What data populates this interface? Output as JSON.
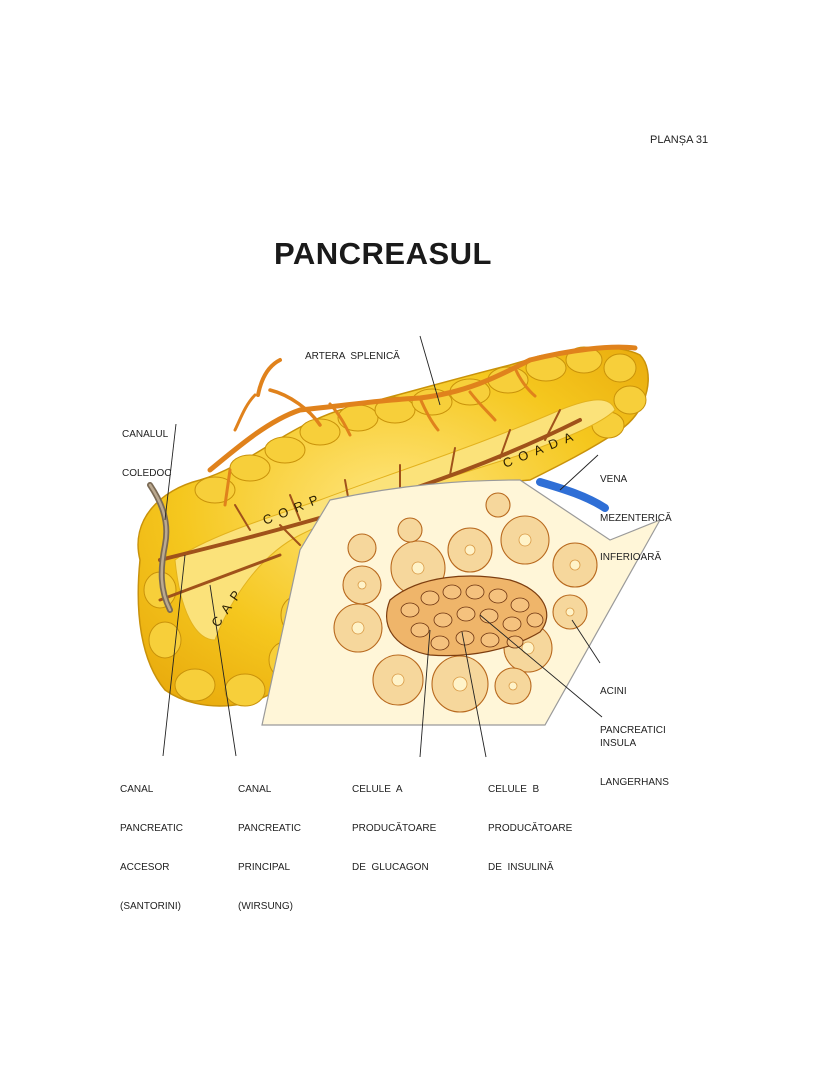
{
  "page": {
    "plate_number": "PLANȘA 31",
    "title": "PANCREASUL"
  },
  "labels": {
    "artera_splenica": "ARTERA  SPLENICĂ",
    "canalul_coledoc": [
      "CANALUL",
      "COLEDOC"
    ],
    "vena_mezenterica": [
      "VENA",
      "MEZENTERICĂ",
      "INFERIOARĂ"
    ],
    "acini_pancreatici": [
      "ACINI",
      "PANCREATICI"
    ],
    "insula_langerhans": [
      "INSULA",
      "LANGERHANS"
    ],
    "canal_accesor": [
      "CANAL",
      "PANCREATIC",
      "ACCESOR",
      "(SANTORINI)"
    ],
    "canal_principal": [
      "CANAL",
      "PANCREATIC",
      "PRINCIPAL",
      "(WIRSUNG)"
    ],
    "celule_a": [
      "CELULE  A",
      "PRODUCĂTOARE",
      "DE  GLUCAGON"
    ],
    "celule_b": [
      "CELULE  B",
      "PRODUCĂTOARE",
      "DE  INSULINĂ"
    ]
  },
  "regions": {
    "cap": "CAP",
    "corp": "CORP",
    "coada": "COADA"
  },
  "colors": {
    "gland_fill": "#f2c21a",
    "gland_light": "#fbe27a",
    "lobule_edge": "#c9920a",
    "artery": "#e0821c",
    "vein": "#2f6fd6",
    "cell_fill": "#f6d79c",
    "cell_edge": "#b8691e"
  }
}
